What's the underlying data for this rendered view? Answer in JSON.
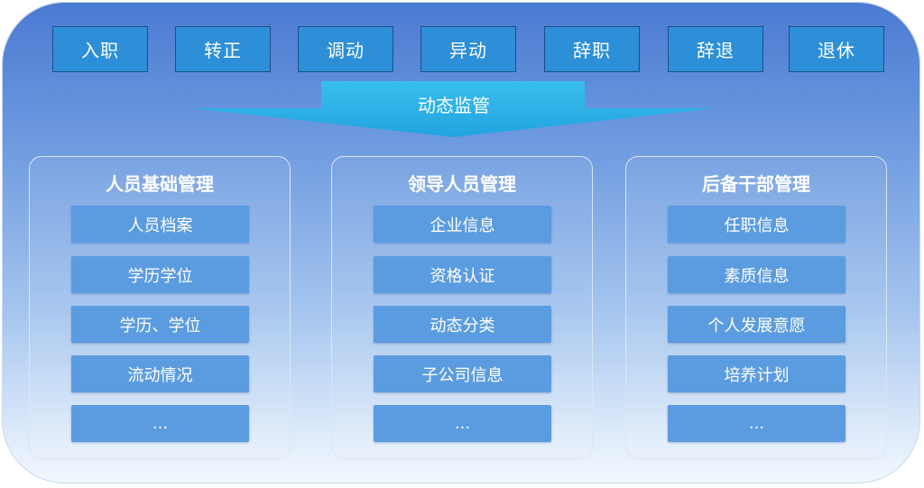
{
  "top_stages": [
    "入职",
    "转正",
    "调动",
    "异动",
    "辞职",
    "辞退",
    "退休"
  ],
  "arrow_label": "动态监管",
  "panels": [
    {
      "title": "人员基础管理",
      "items": [
        "人员档案",
        "学历学位",
        "学历、学位",
        "流动情况",
        "..."
      ]
    },
    {
      "title": "领导人员管理",
      "items": [
        "企业信息",
        "资格认证",
        "动态分类",
        "子公司信息",
        "..."
      ]
    },
    {
      "title": "后备干部管理",
      "items": [
        "任职信息",
        "素质信息",
        "个人发展意愿",
        "培养计划",
        "..."
      ]
    }
  ],
  "colors": {
    "stage_button": "#2c8fd8",
    "arrow": "#2fb3e6",
    "item": "#5b9ce0"
  }
}
